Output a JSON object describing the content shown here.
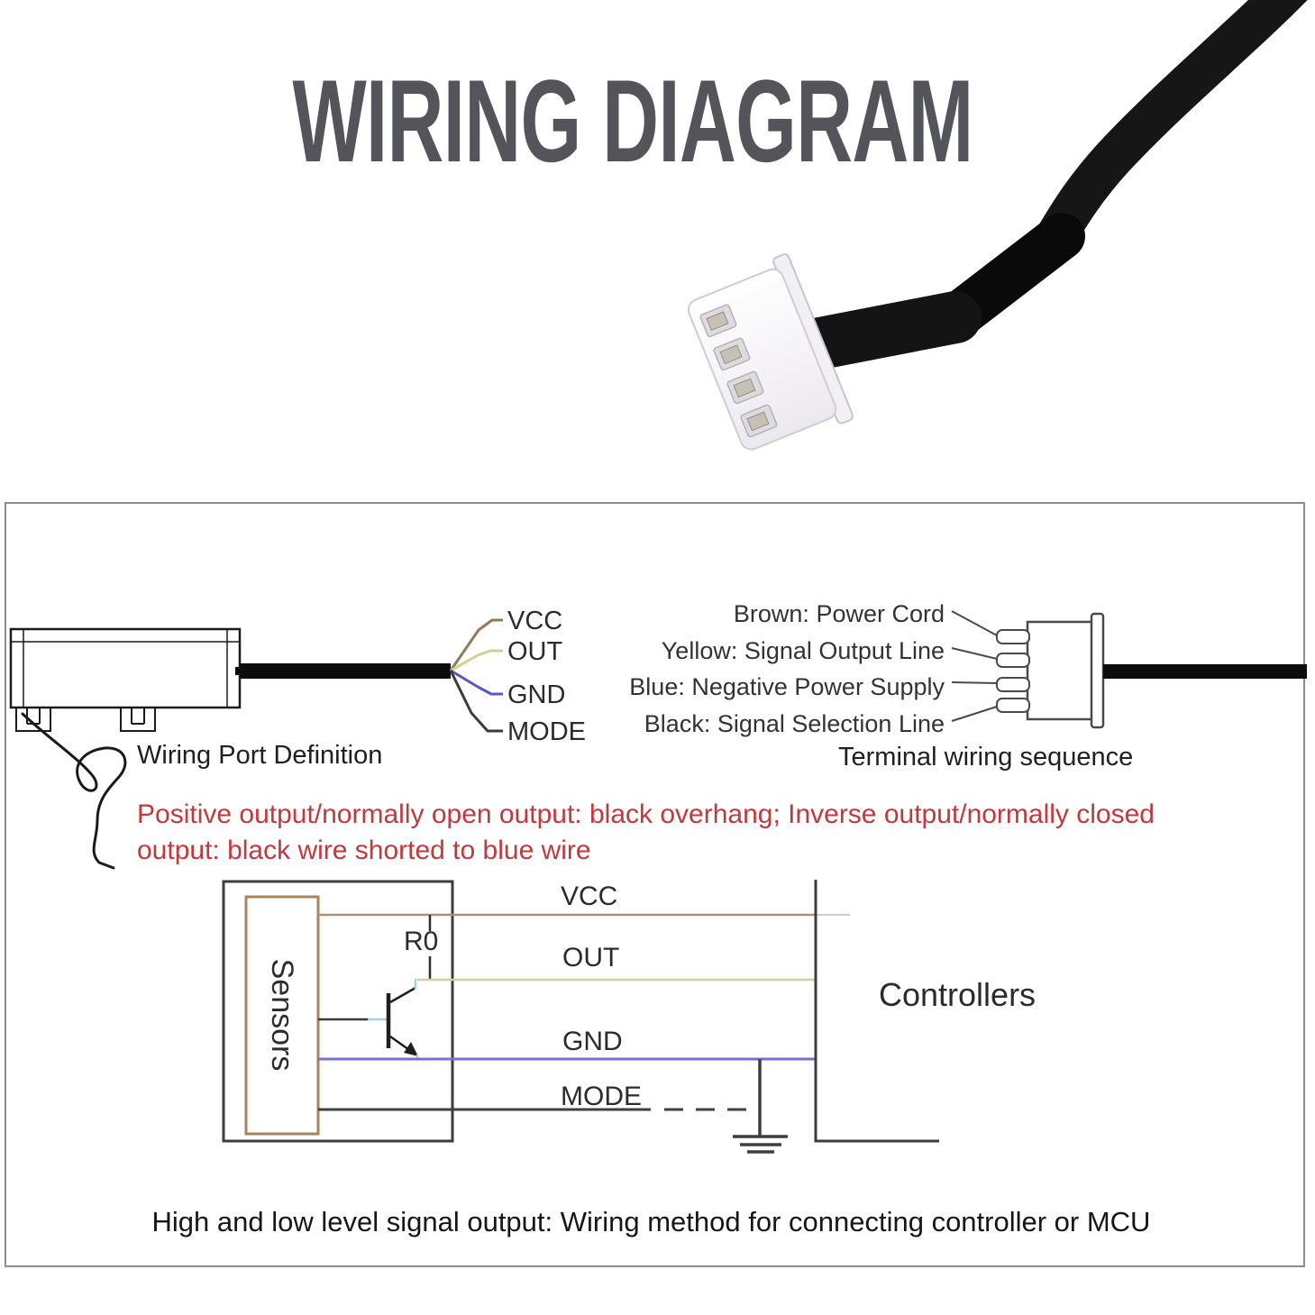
{
  "page": {
    "title": "WIRING DIAGRAM"
  },
  "colors": {
    "title_gray": "#54555a",
    "note_red": "#c2393c",
    "wire_brown": "#8f7b57",
    "wire_yellow": "#d6cf92",
    "wire_blue": "#5a58c8",
    "wire_black": "#3b3b3b",
    "wire_cyan": "#9fd4df",
    "sensor_box_tan": "#a8845f",
    "line_dark": "#3d3d3d"
  },
  "port_definition": {
    "wire_labels": [
      "VCC",
      "OUT",
      "GND",
      "MODE"
    ],
    "caption": "Wiring Port Definition"
  },
  "terminal": {
    "wire_descriptions": [
      "Brown: Power Cord",
      "Yellow: Signal Output Line",
      "Blue: Negative Power Supply",
      "Black: Signal Selection Line"
    ],
    "caption": "Terminal wiring sequence"
  },
  "note": "Positive output/normally open output: black overhang; Inverse output/normally closed output: black wire shorted to blue wire",
  "circuit": {
    "sensor_label": "Sensors",
    "resistor_label": "R0",
    "line_labels": [
      "VCC",
      "OUT",
      "GND",
      "MODE"
    ],
    "controller_label": "Controllers",
    "caption": "High and low level signal output: Wiring method for connecting controller or MCU"
  }
}
